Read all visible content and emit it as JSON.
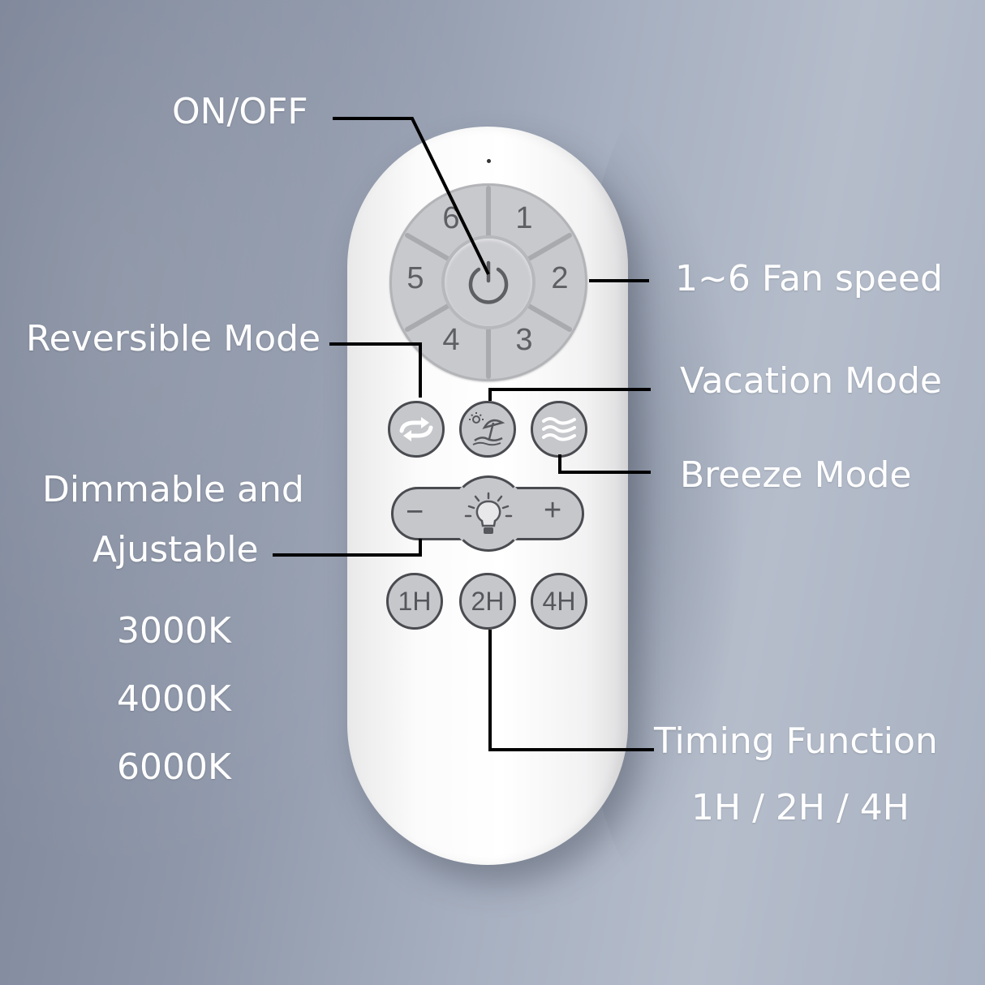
{
  "labels": {
    "on_off": "ON/OFF",
    "fan_speed": "1~6 Fan speed",
    "reversible": "Reversible Mode",
    "vacation": "Vacation Mode",
    "breeze": "Breeze Mode",
    "dimmable_line1": "Dimmable and",
    "dimmable_line2": "Ajustable",
    "temp_3000": "3000K",
    "temp_4000": "4000K",
    "temp_6000": "6000K",
    "timing": "Timing Function",
    "timing_values": "1H / 2H / 4H"
  },
  "dial": {
    "speeds": [
      "1",
      "2",
      "3",
      "4",
      "5",
      "6"
    ]
  },
  "dimmer": {
    "minus": "−",
    "plus": "+"
  },
  "timers": {
    "t1": "1H",
    "t2": "2H",
    "t4": "4H"
  },
  "icons": {
    "power": "power-icon",
    "reverse": "reverse-arrows-icon",
    "vacation": "beach-umbrella-icon",
    "breeze": "wind-waves-icon",
    "light": "light-bulb-icon"
  },
  "colors": {
    "label_text": "#ffffff",
    "button_fill": "#c6c7cb",
    "button_text": "#56575c",
    "remote_body": "#ffffff"
  }
}
